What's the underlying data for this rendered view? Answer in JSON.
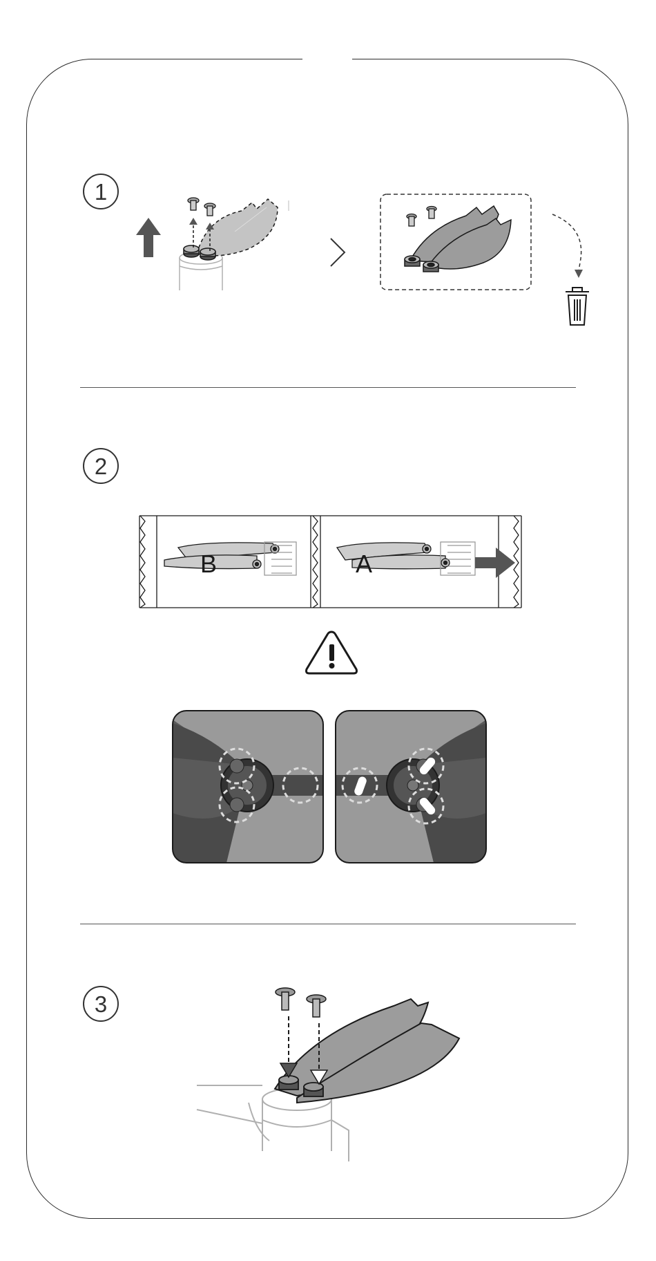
{
  "steps": [
    {
      "number": "1"
    },
    {
      "number": "2"
    },
    {
      "number": "3"
    }
  ],
  "packages": {
    "left_label": "B",
    "right_label": "A"
  },
  "icons": {
    "step1": [
      "screw-icon",
      "propeller-icon",
      "up-arrow-icon",
      "chevron-right-icon",
      "trash-icon"
    ],
    "step2": [
      "package-icon",
      "right-arrow-icon",
      "warning-icon",
      "motor-mark-icon"
    ],
    "step3": [
      "screw-icon",
      "down-arrow-icon",
      "propeller-icon",
      "drone-arm-icon"
    ]
  },
  "colors": {
    "line": "#1a1a1a",
    "blade": "#9c9c9c",
    "dark": "#555555",
    "light_line": "#b0b0b0"
  }
}
